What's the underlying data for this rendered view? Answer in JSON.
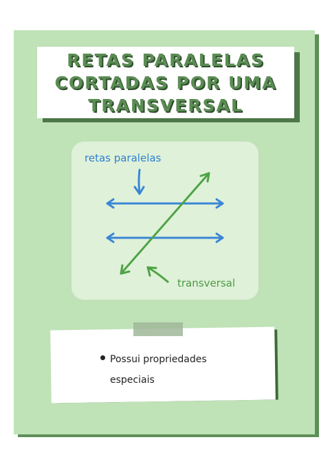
{
  "title": "RETAS PARALELAS\nCORTADAS POR UMA\nTRANSVERSAL",
  "diagram": {
    "label_parallel": "retas paralelas",
    "label_transversal": "transversal",
    "colors": {
      "parallel": "#3a86d6",
      "transversal": "#4ea345"
    }
  },
  "note": {
    "bullet": "Possui propriedades especiais"
  }
}
